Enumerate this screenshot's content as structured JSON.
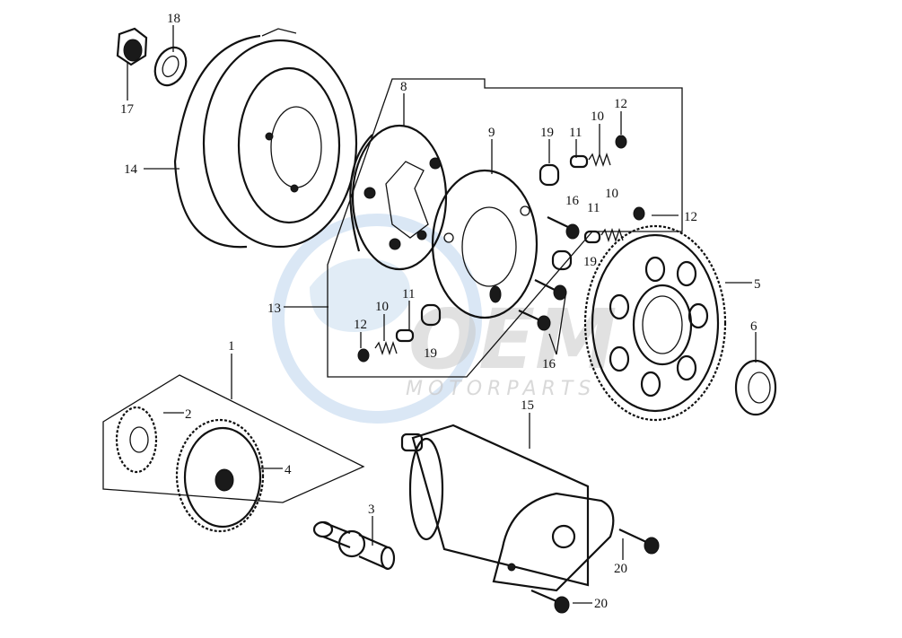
{
  "diagram": {
    "colors": {
      "line": "#111111",
      "watermark": "#bcd4ec",
      "watermark_text": "#c9c9c9"
    },
    "watermark": {
      "logo_text": "OEM",
      "tagline": "MOTORPARTS"
    },
    "labels": {
      "p1": "1",
      "p2": "2",
      "p3": "3",
      "p4": "4",
      "p5": "5",
      "p6": "6",
      "p8": "8",
      "p9": "9",
      "p10a": "10",
      "p10b": "10",
      "p10c": "10",
      "p11a": "11",
      "p11b": "11",
      "p11c": "11",
      "p12a": "12",
      "p12b": "12",
      "p12c": "12",
      "p13": "13",
      "p14": "14",
      "p15": "15",
      "p16a": "16",
      "p16b": "16",
      "p17": "17",
      "p18": "18",
      "p19a": "19",
      "p19b": "19",
      "p19c": "19",
      "p20a": "20",
      "p20b": "20"
    }
  }
}
